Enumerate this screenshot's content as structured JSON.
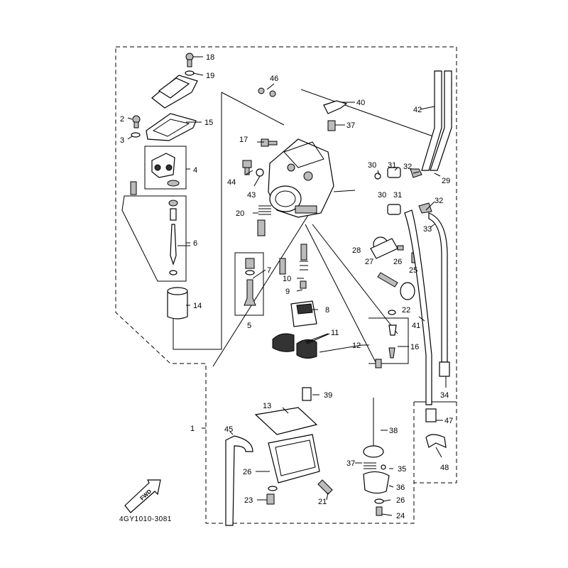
{
  "diagram": {
    "code": "4GY1010-3081",
    "fwd_label": "FWD",
    "callouts": [
      "1",
      "2",
      "3",
      "4",
      "5",
      "6",
      "7",
      "8",
      "9",
      "10",
      "11",
      "12",
      "13",
      "14",
      "15",
      "16",
      "17",
      "18",
      "19",
      "20",
      "21",
      "22",
      "23",
      "24",
      "25",
      "26",
      "26",
      "26",
      "27",
      "28",
      "29",
      "30",
      "30",
      "31",
      "31",
      "32",
      "32",
      "33",
      "34",
      "35",
      "36",
      "37",
      "37",
      "38",
      "39",
      "40",
      "41",
      "42",
      "43",
      "44",
      "45",
      "46",
      "47",
      "48"
    ]
  }
}
